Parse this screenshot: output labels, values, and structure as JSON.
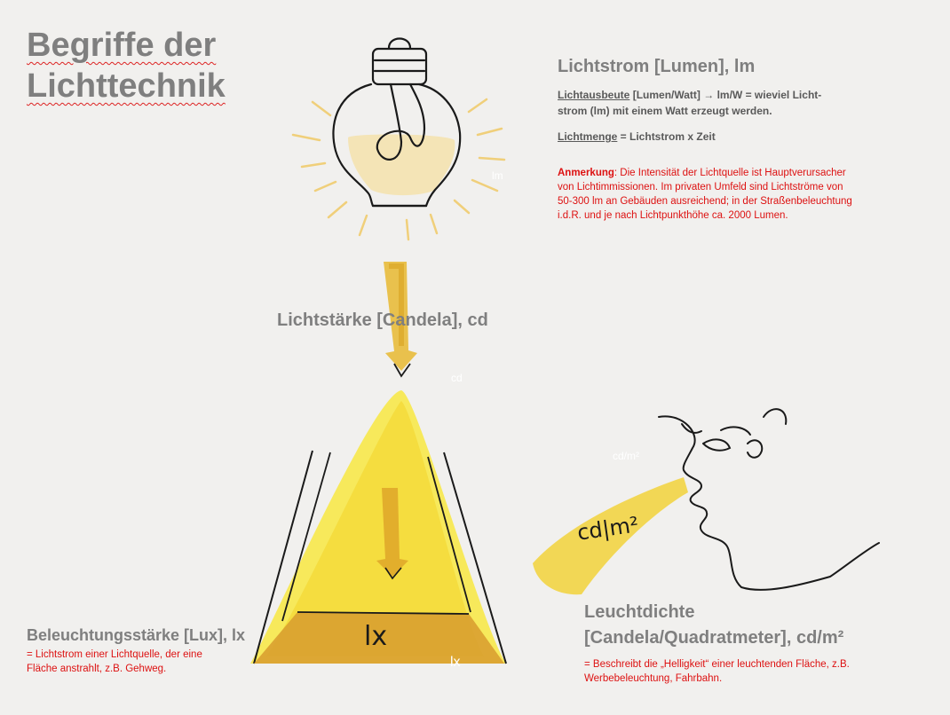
{
  "title": {
    "line1": "Begriffe der",
    "line2": "Lichttechnik"
  },
  "lichtstrom": {
    "heading": "Lichtstrom [Lumen], lm",
    "ausbeute_term": "Lichtausbeute",
    "ausbeute_text": " [Lumen/Watt] → lm/W =  wieviel Licht-",
    "ausbeute_text2": "strom (lm) mit einem Watt erzeugt werden.",
    "menge_term": "Lichtmenge",
    "menge_text": " = Lichtstrom x Zeit",
    "note_label": "Anmerkung",
    "note_line1": ": Die Intensität der Lichtquelle ist Hauptverursacher",
    "note_line2": "von Lichtimmissionen. Im privaten Umfeld sind Lichtströme von",
    "note_line3": "50-300 lm an Gebäuden ausreichend; in der Straßenbeleuchtung",
    "note_line4": "i.d.R. und je nach Lichtpunkthöhe ca. 2000 Lumen.",
    "bulb_label": "lm"
  },
  "lichtstaerke": {
    "heading": "Lichtstärke [Candela], cd",
    "small_label": "cd"
  },
  "beleuchtung": {
    "heading": "Beleuchtungsstärke [Lux], lx",
    "desc_line1": "= Lichtstrom einer Lichtquelle, der eine",
    "desc_line2": "Fläche anstrahlt, z.B. Gehweg.",
    "hand_label": "lx",
    "small_label": "lx"
  },
  "leuchtdichte": {
    "heading_line1": "Leuchtdichte",
    "heading_line2": "[Candela/Quadratmeter], cd/m²",
    "desc_line1": "= Beschreibt die „Helligkeit“ einer leuchtenden Fläche, z.B.",
    "desc_line2": "Werbebeleuchtung, Fahrbahn.",
    "hand_label": "cd|m²",
    "small_label": "cd/m²"
  }
}
